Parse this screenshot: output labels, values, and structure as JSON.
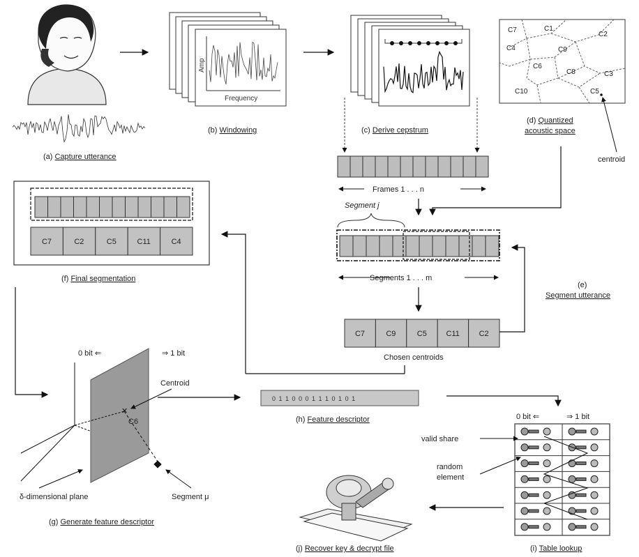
{
  "steps": {
    "a": {
      "prefix": "(a) ",
      "title": "Capture utterance"
    },
    "b": {
      "prefix": "(b) ",
      "title": "Windowing"
    },
    "c": {
      "prefix": "(c) ",
      "title": "Derive cepstrum"
    },
    "d": {
      "prefix": "(d) ",
      "title_line1": "Quantized",
      "title_line2": "acoustic space"
    },
    "e": {
      "prefix": "(e)",
      "title": "Segment utterance"
    },
    "f": {
      "prefix": "(f) ",
      "title": "Final segmentation"
    },
    "g": {
      "prefix": "(g) ",
      "title": "Generate feature descriptor"
    },
    "h": {
      "prefix": "(h) ",
      "title": "Feature descriptor"
    },
    "i": {
      "prefix": "(i) ",
      "title": "Table lookup"
    },
    "j": {
      "prefix": "(j) ",
      "title": "Recover key & decrypt file"
    }
  },
  "windowing": {
    "axis_x": "Frequency",
    "axis_y": "Amp"
  },
  "acoustic_space": {
    "regions": [
      "C7",
      "C1",
      "C2",
      "C4",
      "C9",
      "C6",
      "C8",
      "C3",
      "C10",
      "C5"
    ],
    "pointer_label": "centroid"
  },
  "frames_label": "Frames 1 . . . n",
  "segment_label": "Segment j",
  "segments_label": "Segments 1 . . . m",
  "chosen_centroids": {
    "label": "Chosen centroids",
    "cells": [
      "C7",
      "C9",
      "C5",
      "C11",
      "C2"
    ]
  },
  "final_segmentation": {
    "cells": [
      "C7",
      "C2",
      "C5",
      "C11",
      "C4"
    ]
  },
  "feature_plane": {
    "zero_bit": "0 bit",
    "one_bit": "1 bit",
    "centroid_label": "Centroid",
    "centroid_name": "C6",
    "plane_label": "δ-dimensional plane",
    "segment_label": "Segment μ"
  },
  "descriptor_bits": "0 1 1 0 0 0 1  1 1 0 1 0 1",
  "table": {
    "zero_bit": "0 bit",
    "one_bit": "1 bit",
    "valid_share": "valid share",
    "random_line1": "random",
    "random_line2": "element"
  }
}
